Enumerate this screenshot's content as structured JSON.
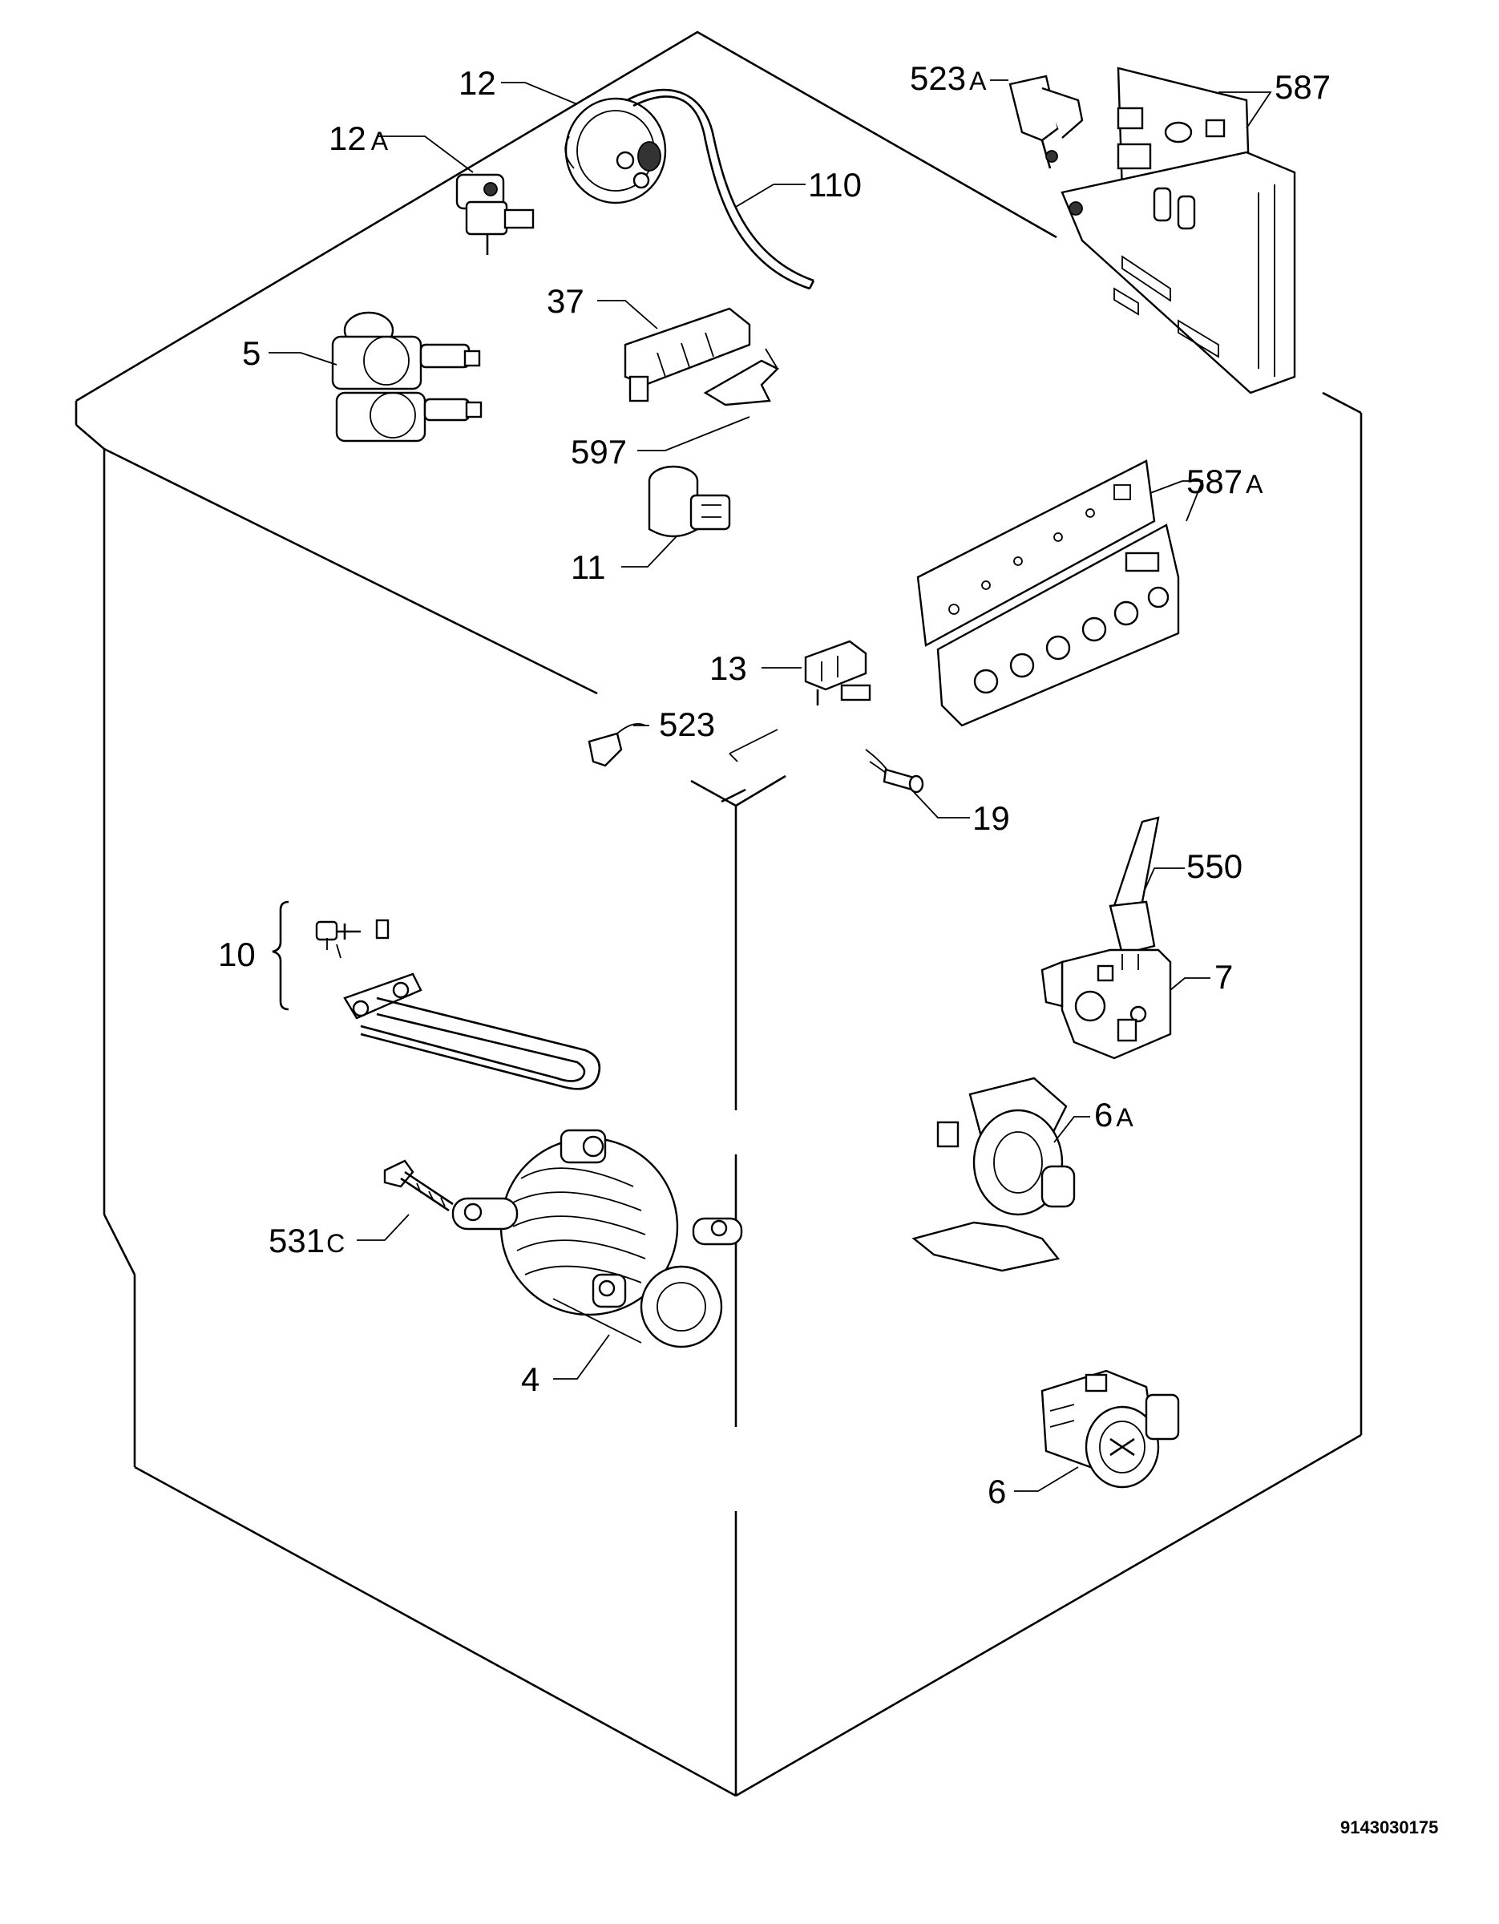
{
  "labels": {
    "p12": "12",
    "p12a": "12",
    "p12a_suffix": "A",
    "p110": "110",
    "p5": "5",
    "p37": "37",
    "p597": "597",
    "p11": "11",
    "p523a": "523",
    "p523a_suffix": "A",
    "p587": "587",
    "p587a": "587",
    "p587a_suffix": "A",
    "p13": "13",
    "p523": "523",
    "p19": "19",
    "p550": "550",
    "p10": "10",
    "p7": "7",
    "p6a": "6",
    "p6a_suffix": "A",
    "p531c": "531",
    "p531c_suffix": "C",
    "p4": "4",
    "p6": "6"
  },
  "drawing_code": "9143030175"
}
